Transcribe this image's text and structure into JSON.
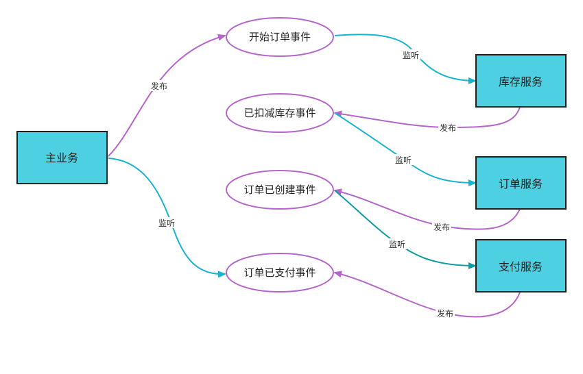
{
  "colors": {
    "publish_edge": "#b565c9",
    "listen_edge": "#17b3cf",
    "listen_edge_dark": "#0e9aa3",
    "service_fill": "#4dd0e1",
    "ellipse_stroke": "#b565c9"
  },
  "nodes": {
    "main": "主业务",
    "inventory": "库存服务",
    "order": "订单服务",
    "payment": "支付服务"
  },
  "events": {
    "order_started": "开始订单事件",
    "inventory_deducted": "已扣减库存事件",
    "order_created": "订单已创建事件",
    "order_paid": "订单已支付事件"
  },
  "edge_labels": {
    "main_publish": "发布",
    "main_listen": "监听",
    "inventory_listen": "监听",
    "inventory_publish": "发布",
    "order_listen": "监听",
    "order_publish": "发布",
    "payment_listen": "监听",
    "payment_publish": "发布"
  }
}
